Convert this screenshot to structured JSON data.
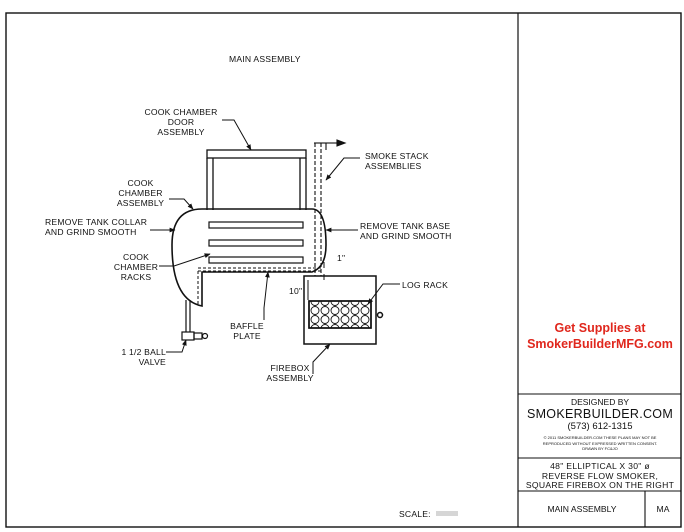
{
  "drawing": {
    "title": "MAIN ASSEMBLY",
    "labels": {
      "cook_chamber_door": [
        "COOK CHAMBER",
        "DOOR",
        "ASSEMBLY"
      ],
      "smoke_stack": [
        "SMOKE STACK",
        "ASSEMBLIES"
      ],
      "cook_chamber_assembly": [
        "COOK",
        "CHAMBER",
        "ASSEMBLY"
      ],
      "remove_collar": [
        "REMOVE TANK COLLAR",
        "AND GRIND SMOOTH"
      ],
      "remove_base": [
        "REMOVE TANK BASE",
        "AND GRIND SMOOTH"
      ],
      "cook_chamber_racks": [
        "COOK",
        "CHAMBER",
        "RACKS"
      ],
      "dim_1": "1\"",
      "dim_10": "10\"",
      "log_rack": "LOG RACK",
      "baffle_plate": [
        "BAFFLE",
        "PLATE"
      ],
      "ball_valve": [
        "1 1/2 BALL",
        "VALVE"
      ],
      "firebox_assembly": [
        "FIREBOX",
        "ASSEMBLY"
      ],
      "scale_label": "SCALE:"
    }
  },
  "title_block": {
    "promo": [
      "Get Supplies at",
      "SmokerBuilderMFG.com"
    ],
    "promo_color": "#e0271d",
    "designed_by": "DESIGNED BY",
    "company": "SMOKERBUILDER.COM",
    "phone": "(573) 612-1315",
    "copyright": [
      "© 2011 SMOKERBUILDER.COM THESE PLANS MAY NOT BE",
      "REPRODUCED WITHOUT EXPRESSED WRITTEN CONSENT.",
      "DRAWN BY FC&JO"
    ],
    "description": [
      "48\" ELLIPTICAL X 30\" ø",
      "REVERSE FLOW SMOKER,",
      "SQUARE FIREBOX ON THE RIGHT"
    ],
    "sheet_name": "MAIN ASSEMBLY",
    "sheet_code": "MA"
  }
}
